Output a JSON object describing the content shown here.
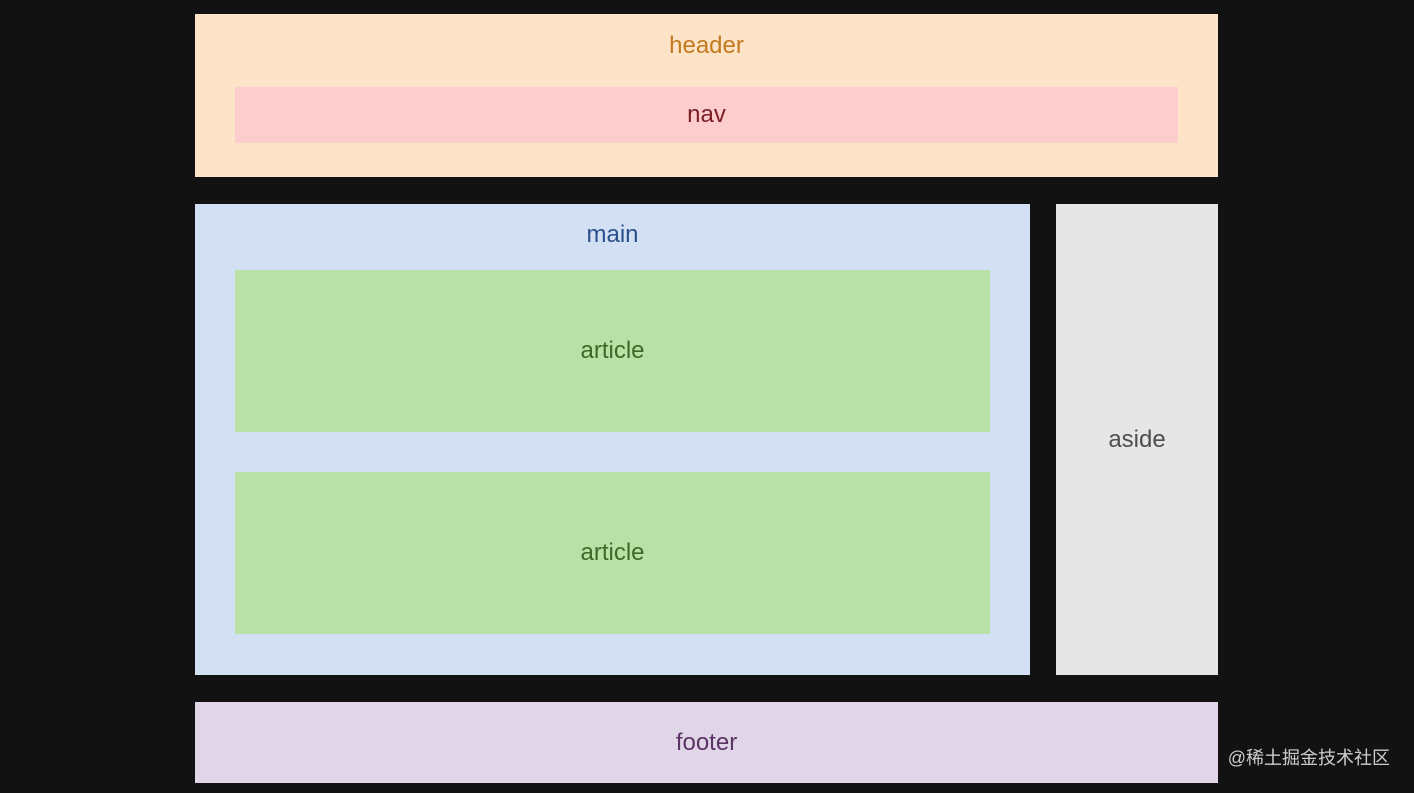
{
  "header": {
    "label": "header",
    "background": "#fde4c8",
    "text_color": "#c47a1e"
  },
  "nav": {
    "label": "nav",
    "background": "#fdcccc",
    "text_color": "#7a1f25"
  },
  "main": {
    "label": "main",
    "background": "#d3e0f3",
    "text_color": "#2a4f8d",
    "articles": [
      {
        "label": "article"
      },
      {
        "label": "article"
      }
    ],
    "article_background": "#b9e0a7",
    "article_text_color": "#3b6a26"
  },
  "aside": {
    "label": "aside",
    "background": "#e6e6e6",
    "text_color": "#4e4e4e"
  },
  "footer": {
    "label": "footer",
    "background": "#e1d6e8",
    "text_color": "#5b3366"
  },
  "watermark": {
    "text": "@稀土掘金技术社区"
  },
  "page": {
    "background": "#121212"
  }
}
